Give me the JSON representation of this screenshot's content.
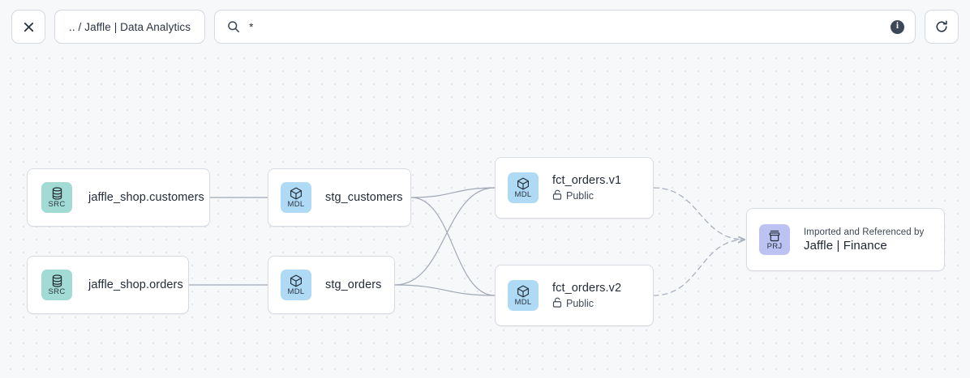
{
  "toolbar": {
    "close_label": "×",
    "close_icon": "close-icon",
    "breadcrumb": ".. / Jaffle | Data Analytics",
    "search_value": "*",
    "search_placeholder": "",
    "search_icon": "search-icon",
    "info_label": "i",
    "info_icon": "info-icon",
    "refresh_icon": "refresh-icon"
  },
  "graph": {
    "nodes": [
      {
        "id": "src_customers",
        "type": "SRC",
        "type_icon": "database-icon",
        "title": "jaffle_shop.customers",
        "color": "#a2dbd4"
      },
      {
        "id": "src_orders",
        "type": "SRC",
        "type_icon": "database-icon",
        "title": "jaffle_shop.orders",
        "color": "#a2dbd4"
      },
      {
        "id": "stg_customers",
        "type": "MDL",
        "type_icon": "cube-icon",
        "title": "stg_customers",
        "color": "#aedaf6"
      },
      {
        "id": "stg_orders",
        "type": "MDL",
        "type_icon": "cube-icon",
        "title": "stg_orders",
        "color": "#aedaf6"
      },
      {
        "id": "fct_orders_v1",
        "type": "MDL",
        "type_icon": "cube-icon",
        "title": "fct_orders.v1",
        "access": "Public",
        "access_icon": "unlock-icon",
        "color": "#aedaf6"
      },
      {
        "id": "fct_orders_v2",
        "type": "MDL",
        "type_icon": "cube-icon",
        "title": "fct_orders.v2",
        "access": "Public",
        "access_icon": "unlock-icon",
        "color": "#aedaf6"
      },
      {
        "id": "prj_finance",
        "type": "PRJ",
        "type_icon": "archive-box-icon",
        "overline": "Imported and Referenced by",
        "title": "Jaffle | Finance",
        "color": "#bcc3f2"
      }
    ],
    "edges": [
      {
        "from": "src_customers",
        "to": "stg_customers",
        "style": "solid"
      },
      {
        "from": "src_orders",
        "to": "stg_orders",
        "style": "solid"
      },
      {
        "from": "stg_customers",
        "to": "fct_orders_v1",
        "style": "solid"
      },
      {
        "from": "stg_customers",
        "to": "fct_orders_v2",
        "style": "solid"
      },
      {
        "from": "stg_orders",
        "to": "fct_orders_v1",
        "style": "solid"
      },
      {
        "from": "stg_orders",
        "to": "fct_orders_v2",
        "style": "solid"
      },
      {
        "from": "fct_orders_v1",
        "to": "prj_finance",
        "style": "dashed",
        "arrow": true
      },
      {
        "from": "fct_orders_v2",
        "to": "prj_finance",
        "style": "dashed",
        "arrow": true
      }
    ]
  },
  "colors": {
    "canvas_bg": "#f7f8fa",
    "node_bg": "#ffffff",
    "node_border": "#d7dbe2",
    "edge": "#9aa3b2",
    "text": "#242c38"
  }
}
